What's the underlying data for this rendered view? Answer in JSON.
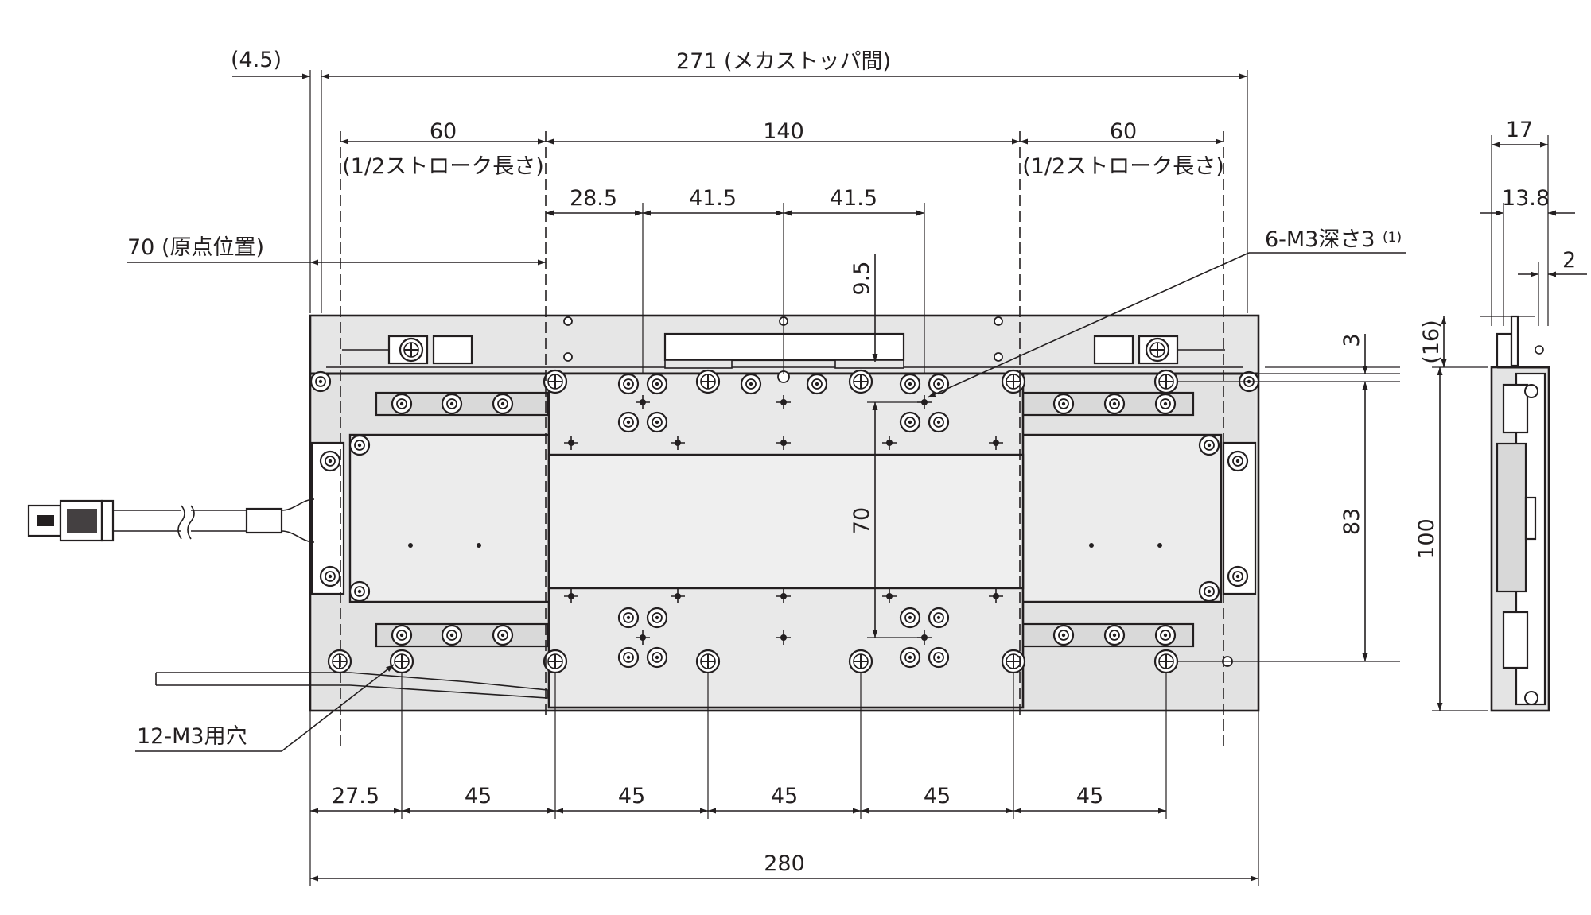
{
  "drawing": {
    "dimensions": {
      "d_4_5": "(4.5)",
      "d_271": "271 (メカストッパ間)",
      "d_60_left": "60",
      "d_half_stroke_left": "(1/2ストローク長さ)",
      "d_140": "140",
      "d_60_right": "60",
      "d_half_stroke_right": "(1/2ストローク長さ)",
      "d_28_5": "28.5",
      "d_41_5_a": "41.5",
      "d_41_5_b": "41.5",
      "d_70_origin": "70 (原点位置)",
      "d_9_5": "9.5",
      "d_70_v": "70",
      "d_3": "3",
      "d_83": "83",
      "d_100": "100",
      "d_16": "(16)",
      "d_17": "17",
      "d_13_8": "13.8",
      "d_2": "2",
      "d_27_5": "27.5",
      "d_45_1": "45",
      "d_45_2": "45",
      "d_45_3": "45",
      "d_45_4": "45",
      "d_45_5": "45",
      "d_280": "280"
    },
    "callouts": {
      "tapped_holes": "6-M3深さ3",
      "tapped_holes_note": "(1)",
      "mount_holes": "12-M3用穴"
    }
  }
}
